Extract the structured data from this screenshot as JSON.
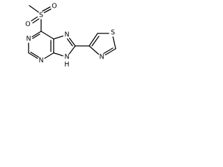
{
  "molecule": {
    "atoms": {
      "s_sulfonyl": "S",
      "o_upper": "O",
      "o_lower": "O",
      "n1": "N",
      "n3": "N",
      "n7": "N",
      "n9": "N",
      "h9": "H",
      "s_thiazole": "S",
      "n_thiazole": "N"
    }
  },
  "colors": {
    "bond": "#000000",
    "label": "#000000",
    "background": "#ffffff"
  }
}
